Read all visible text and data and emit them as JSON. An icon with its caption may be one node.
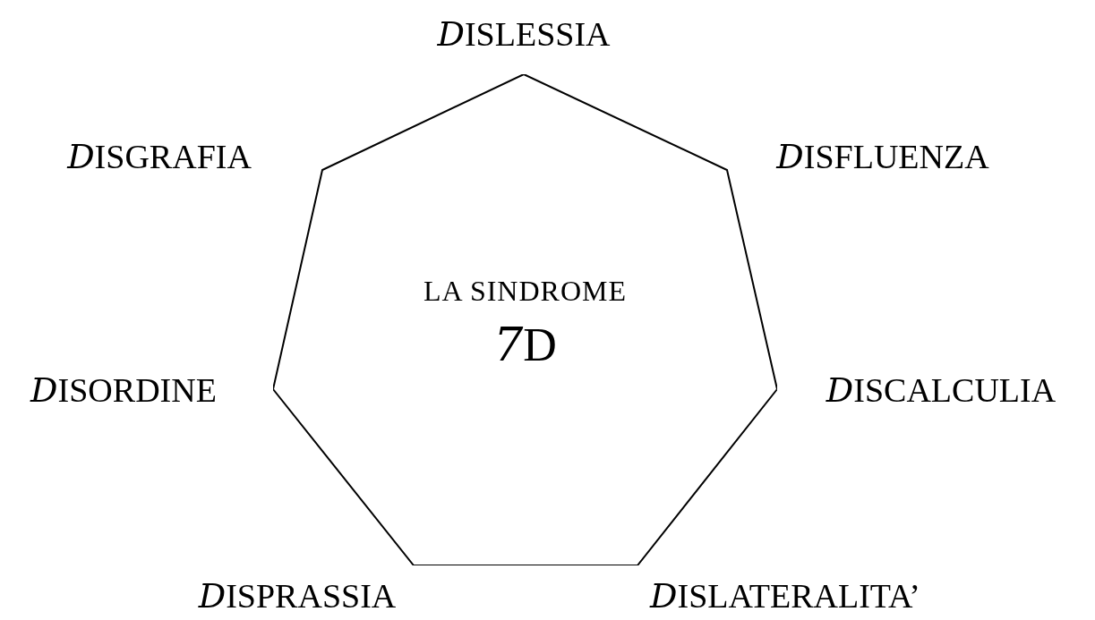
{
  "diagram": {
    "nodes": [
      {
        "text": [
          "LA SINDROME",
          "7D"
        ]
      }
    ],
    "labels": [
      "DISLESSIA",
      "DISGRAFIA",
      "DISFLUENZA",
      "DISORDINE",
      "DISCALCULIA",
      "DISPRASSIA",
      "DISLATERALITA’"
    ]
  }
}
